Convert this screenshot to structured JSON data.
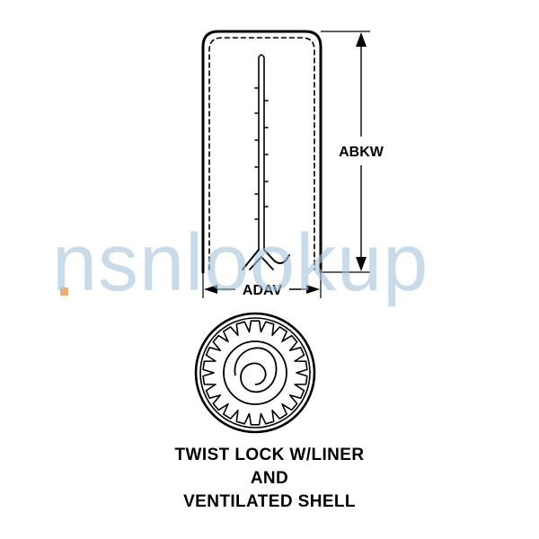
{
  "diagram": {
    "dimensions": {
      "length_label": "ABKW",
      "diameter_label": "ADAV"
    },
    "caption": {
      "line1": "TWIST LOCK W/LINER",
      "line2": "AND",
      "line3": "VENTILATED SHELL"
    }
  },
  "watermark": {
    "text": "nsnlookup",
    "color": "#a9c6dd",
    "accent": "#f2a056"
  }
}
